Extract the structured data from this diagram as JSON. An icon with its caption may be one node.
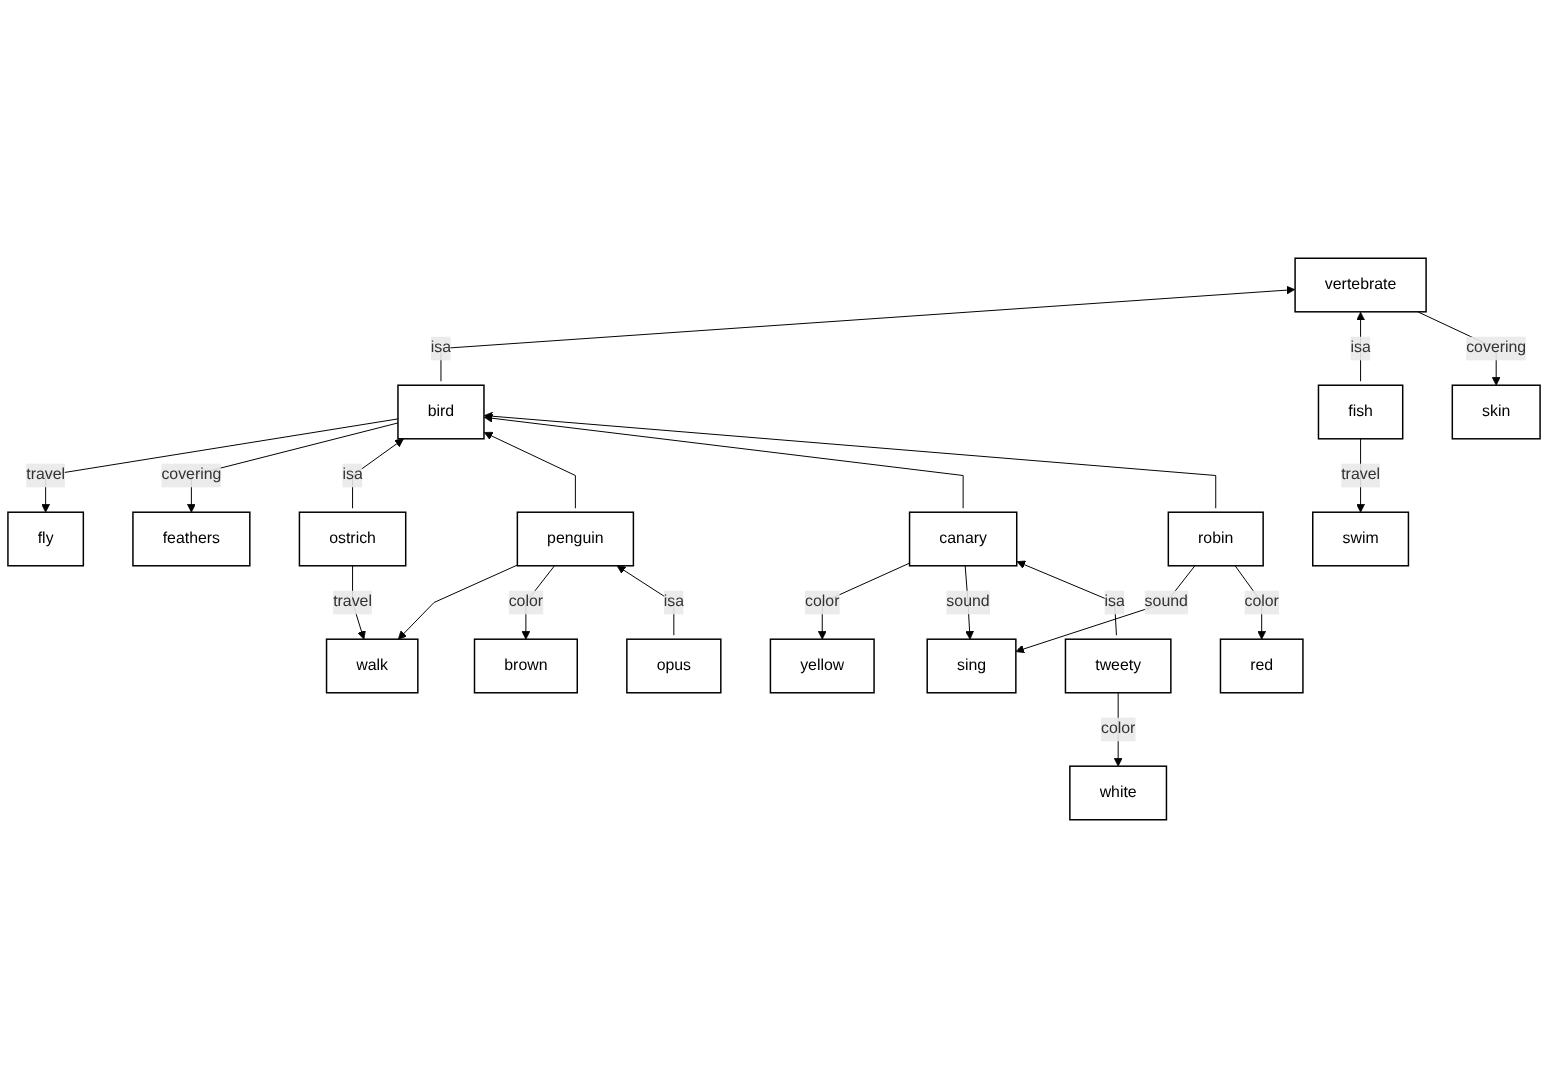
{
  "diagram": {
    "nodes": [
      {
        "text": [
          "vertebrate"
        ]
      },
      {
        "text": [
          "skin"
        ]
      },
      {
        "text": [
          "fly"
        ]
      },
      {
        "text": [
          "feathers"
        ]
      },
      {
        "text": [
          "bird"
        ]
      },
      {
        "text": [
          "fish"
        ]
      },
      {
        "text": [
          "swim"
        ]
      },
      {
        "text": [
          "ostrich"
        ]
      },
      {
        "text": [
          "penguin"
        ]
      },
      {
        "text": [
          "canary"
        ]
      },
      {
        "text": [
          "robin"
        ]
      },
      {
        "text": [
          "walk"
        ]
      },
      {
        "text": [
          "yellow"
        ]
      },
      {
        "text": [
          "brown"
        ]
      },
      {
        "text": [
          "sing"
        ]
      },
      {
        "text": [
          "red"
        ]
      },
      {
        "text": [
          "opus"
        ]
      },
      {
        "text": [
          "tweety"
        ]
      },
      {
        "text": [
          "white"
        ]
      }
    ],
    "edges": [
      {
        "from": 4,
        "to": 0,
        "arrow": "to",
        "label": "isa"
      },
      {
        "from": 5,
        "to": 0,
        "arrow": "to",
        "label": "isa"
      },
      {
        "from": 0,
        "to": 1,
        "arrow": "to",
        "label": "covering"
      },
      {
        "from": 4,
        "to": 2,
        "arrow": "to",
        "label": "travel"
      },
      {
        "from": 4,
        "to": 3,
        "arrow": "to",
        "label": "covering"
      },
      {
        "from": 5,
        "to": 6,
        "arrow": "to",
        "label": "travel"
      },
      {
        "from": 7,
        "to": 4,
        "arrow": "to",
        "label": "isa"
      },
      {
        "from": 8,
        "to": 4,
        "arrow": "to"
      },
      {
        "from": 9,
        "to": 4,
        "arrow": "to"
      },
      {
        "from": 10,
        "to": 4,
        "arrow": "to"
      },
      {
        "from": 7,
        "to": 11,
        "arrow": "to",
        "label": "travel"
      },
      {
        "from": 8,
        "to": 11,
        "arrow": "to"
      },
      {
        "from": 8,
        "to": 13,
        "arrow": "to",
        "label": "color"
      },
      {
        "from": 16,
        "to": 8,
        "arrow": "to",
        "label": "isa"
      },
      {
        "from": 9,
        "to": 12,
        "arrow": "to",
        "label": "color"
      },
      {
        "from": 9,
        "to": 14,
        "arrow": "to",
        "label": "sound"
      },
      {
        "from": 17,
        "to": 9,
        "arrow": "to",
        "label": "isa"
      },
      {
        "from": 10,
        "to": 14,
        "arrow": "to",
        "label": "sound"
      },
      {
        "from": 10,
        "to": 15,
        "arrow": "to",
        "label": "color"
      },
      {
        "from": 17,
        "to": 18,
        "arrow": "to",
        "label": "color"
      }
    ]
  }
}
